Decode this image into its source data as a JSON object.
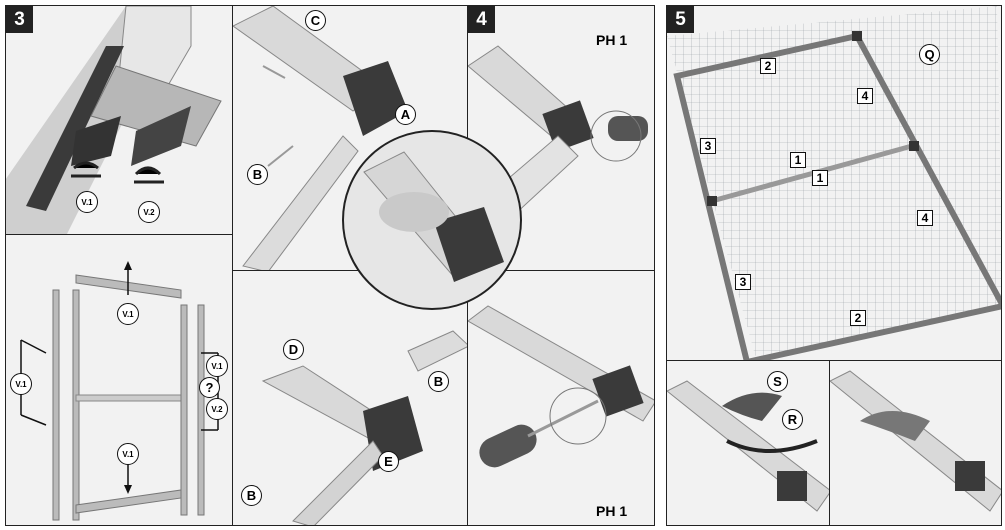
{
  "steps": {
    "s3": "3",
    "s4": "4",
    "s5": "5"
  },
  "callouts": {
    "A": "A",
    "B": "B",
    "C": "C",
    "D": "D",
    "E": "E",
    "Q": "Q",
    "R": "R",
    "S": "S",
    "v1": "V.1",
    "v2": "V.2",
    "question": "?"
  },
  "frame_parts": {
    "p1": "1",
    "p2": "2",
    "p3": "3",
    "p4": "4"
  },
  "tool": {
    "label": "PH 1"
  },
  "colors": {
    "frame": "#222222",
    "background": "#f2f2f2",
    "mesh": "#9aa0a6",
    "dark_part": "#3a3a3a"
  }
}
